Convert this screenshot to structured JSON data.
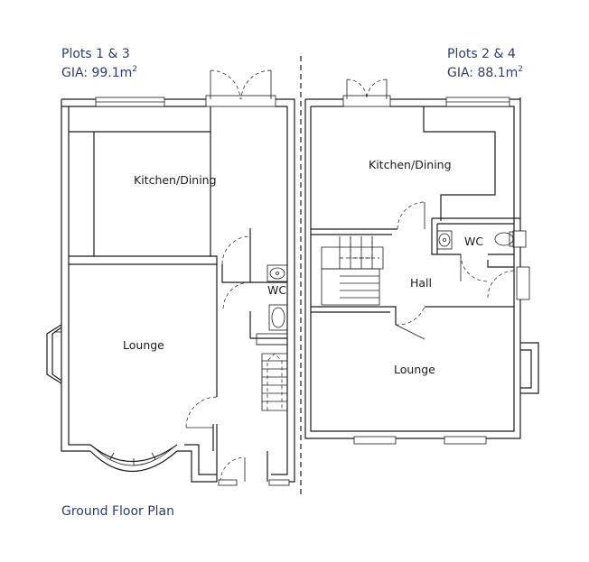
{
  "plots_left": {
    "title": "Plots 1 & 3",
    "gia_prefix": "GIA: 99.1m",
    "gia_sup": "2"
  },
  "plots_right": {
    "title": "Plots 2 & 4",
    "gia_prefix": "GIA: 88.1m",
    "gia_sup": "2"
  },
  "rooms_left": {
    "kitchen": "Kitchen/Dining",
    "lounge": "Lounge",
    "wc": "WC"
  },
  "rooms_right": {
    "kitchen": "Kitchen/Dining",
    "lounge": "Lounge",
    "wc": "WC",
    "hall": "Hall"
  },
  "caption": "Ground Floor Plan",
  "colors": {
    "text_blue": "#2f3b6e",
    "line": "#1a1a1a"
  }
}
